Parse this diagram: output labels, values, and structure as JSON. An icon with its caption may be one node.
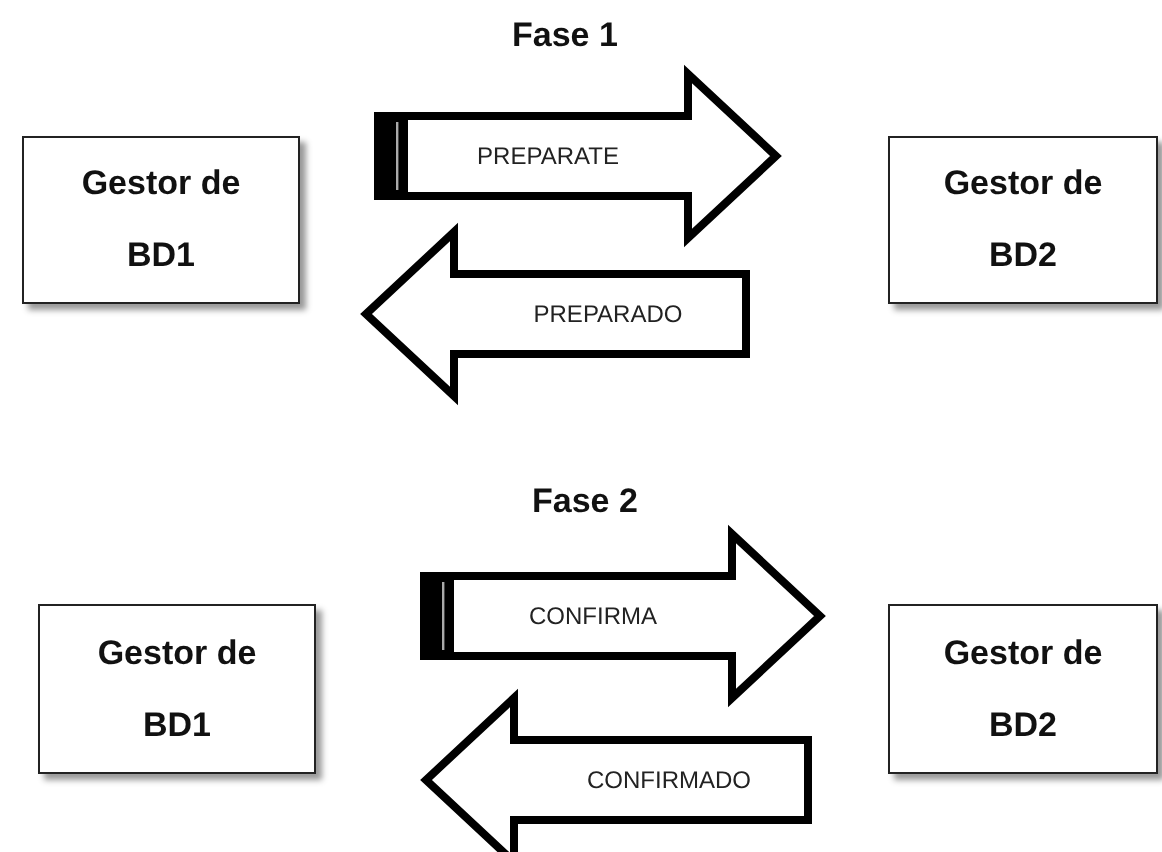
{
  "diagram": {
    "nodes": [
      {
        "text": [
          "Gestor de BD1"
        ]
      },
      {
        "text": [
          "Gestor de BD2"
        ]
      },
      {
        "text": [
          "Gestor de BD1"
        ]
      },
      {
        "text": [
          "Gestor de BD2"
        ]
      }
    ],
    "edges": [
      {
        "from": 0,
        "to": 1,
        "arrow": "to",
        "label": "PREPARATE"
      },
      {
        "from": 1,
        "to": 0,
        "arrow": "to",
        "label": "PREPARADO"
      },
      {
        "from": 2,
        "to": 3,
        "arrow": "to",
        "label": "CONFIRMA"
      },
      {
        "from": 3,
        "to": 2,
        "arrow": "to",
        "label": "CONFIRMADO"
      }
    ],
    "labels": [
      "Fase 1",
      "Fase 2"
    ]
  }
}
